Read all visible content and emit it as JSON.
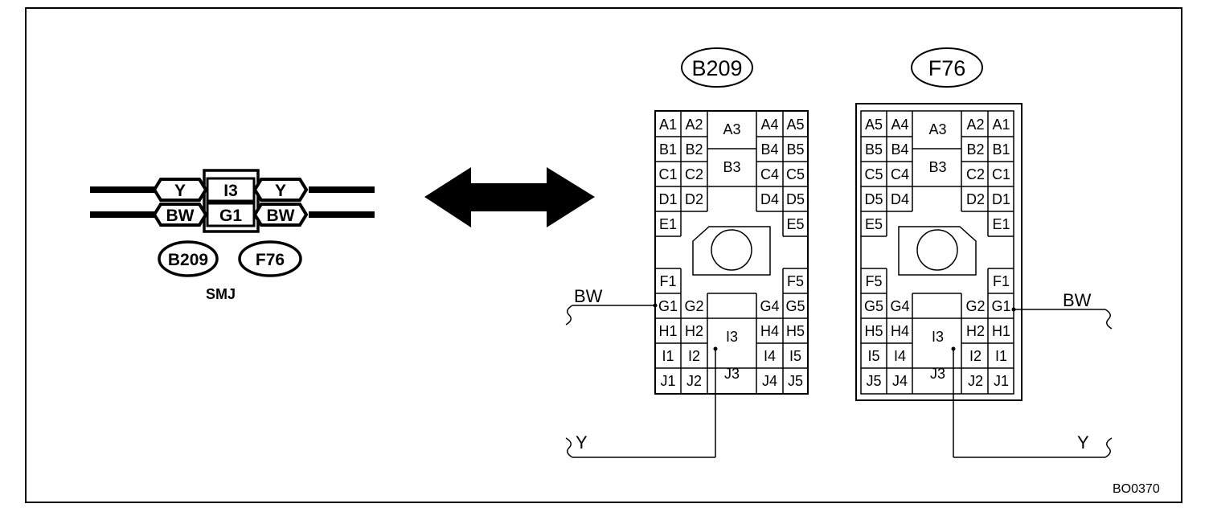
{
  "smj": {
    "label": "SMJ",
    "top_left": "Y",
    "top_center": "I3",
    "top_right": "Y",
    "bottom_left": "BW",
    "bottom_center": "G1",
    "bottom_right": "BW",
    "connector_left": "B209",
    "connector_right": "F76"
  },
  "connector_b209": {
    "name": "B209",
    "cells": [
      "A1",
      "A2",
      "A3",
      "A4",
      "A5",
      "B1",
      "B2",
      "B3",
      "B4",
      "B5",
      "C1",
      "C2",
      "C4",
      "C5",
      "D1",
      "D2",
      "D4",
      "D5",
      "E1",
      "E5",
      "F1",
      "F5",
      "G1",
      "G2",
      "G4",
      "G5",
      "H1",
      "H2",
      "I3",
      "H4",
      "H5",
      "I1",
      "I2",
      "I4",
      "I5",
      "J1",
      "J2",
      "J3",
      "J4",
      "J5"
    ],
    "wire_left": "BW",
    "wire_bottom": "Y"
  },
  "connector_f76": {
    "name": "F76",
    "cells": [
      "A5",
      "A4",
      "A3",
      "A2",
      "A1",
      "B5",
      "B4",
      "B3",
      "B2",
      "B1",
      "C5",
      "C4",
      "C2",
      "C1",
      "D5",
      "D4",
      "D2",
      "D1",
      "E5",
      "E1",
      "F5",
      "F1",
      "G5",
      "G4",
      "G2",
      "G1",
      "H5",
      "H4",
      "I3",
      "H2",
      "H1",
      "I5",
      "I4",
      "I2",
      "I1",
      "J5",
      "J4",
      "J3",
      "J2",
      "J1"
    ],
    "wire_right": "BW",
    "wire_bottom": "Y"
  },
  "figure_code": "BO0370"
}
